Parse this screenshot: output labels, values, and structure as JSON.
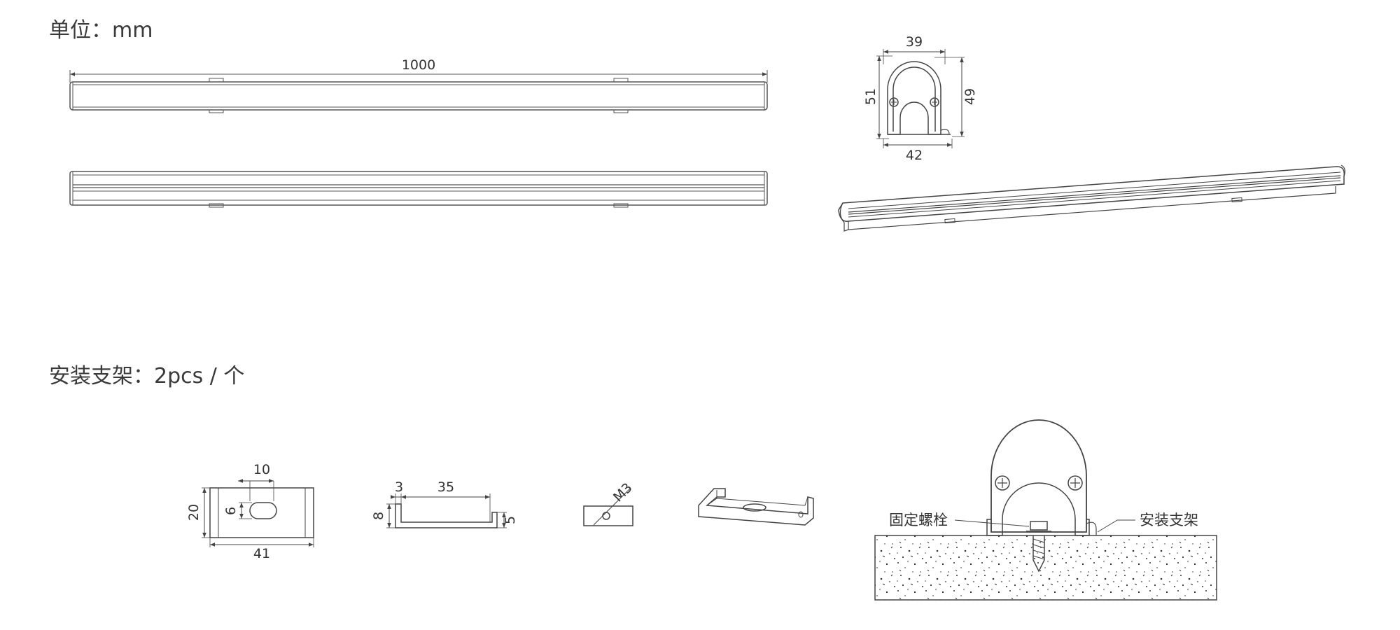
{
  "unit_heading": "单位：mm",
  "bracket_heading": "安装支架：2pcs / 个",
  "bar_length": "1000",
  "profile": {
    "top_width": "39",
    "bottom_width": "42",
    "left_height": "51",
    "right_height": "49"
  },
  "bracket_front": {
    "length": "41",
    "height": "20",
    "slot_width": "10",
    "slot_height": "6"
  },
  "bracket_side": {
    "lip": "3",
    "base": "35",
    "left_height": "8",
    "right_height": "5"
  },
  "screw": {
    "label": "M3"
  },
  "install": {
    "screw_label": "固定螺栓",
    "bracket_label": "安装支架"
  }
}
